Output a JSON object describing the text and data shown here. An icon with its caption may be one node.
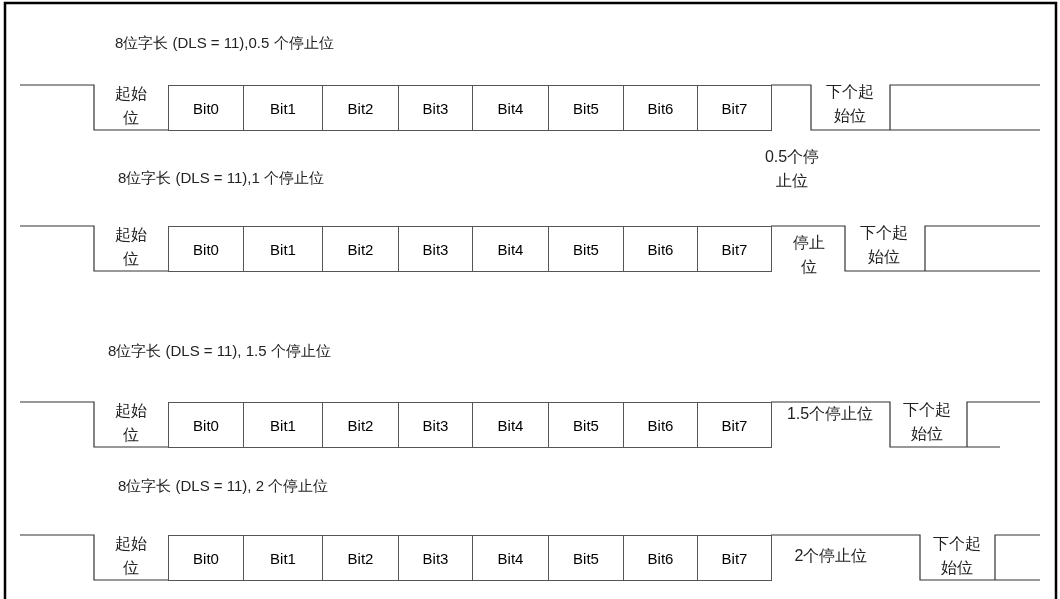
{
  "diagram": {
    "nodes": [
      {
        "text": [
          "Bit0"
        ]
      },
      {
        "text": [
          "Bit1"
        ]
      },
      {
        "text": [
          "Bit2"
        ]
      },
      {
        "text": [
          "Bit3"
        ]
      },
      {
        "text": [
          "Bit4"
        ]
      },
      {
        "text": [
          "Bit5"
        ]
      },
      {
        "text": [
          "Bit6"
        ]
      },
      {
        "text": [
          "Bit7"
        ]
      },
      {
        "text": [
          "Bit0"
        ]
      },
      {
        "text": [
          "Bit1"
        ]
      },
      {
        "text": [
          "Bit2"
        ]
      },
      {
        "text": [
          "Bit3"
        ]
      },
      {
        "text": [
          "Bit4"
        ]
      },
      {
        "text": [
          "Bit5"
        ]
      },
      {
        "text": [
          "Bit6"
        ]
      },
      {
        "text": [
          "Bit7"
        ]
      },
      {
        "text": [
          "Bit0"
        ]
      },
      {
        "text": [
          "Bit1"
        ]
      },
      {
        "text": [
          "Bit2"
        ]
      },
      {
        "text": [
          "Bit3"
        ]
      },
      {
        "text": [
          "Bit4"
        ]
      },
      {
        "text": [
          "Bit5"
        ]
      },
      {
        "text": [
          "Bit6"
        ]
      },
      {
        "text": [
          "Bit7"
        ]
      },
      {
        "text": [
          "Bit0"
        ]
      },
      {
        "text": [
          "Bit1"
        ]
      },
      {
        "text": [
          "Bit2"
        ]
      },
      {
        "text": [
          "Bit3"
        ]
      },
      {
        "text": [
          "Bit4"
        ]
      },
      {
        "text": [
          "Bit5"
        ]
      },
      {
        "text": [
          "Bit6"
        ]
      },
      {
        "text": [
          "Bit7"
        ]
      }
    ],
    "labels": [
      "8位字长 (DLS = 11),0.5 个停止位",
      "起始位",
      "下个起始位",
      "0.5个停止位",
      "8位字长 (DLS = 11),1 个停止位",
      "起始位",
      "停止位",
      "下个起始位",
      "8位字长 (DLS = 11), 1.5 个停止位",
      "起始位",
      "1.5个停止位",
      "下个起始位",
      "8位字长 (DLS = 11), 2 个停止位",
      "起始位",
      "2个停止位",
      "下个起始位"
    ]
  }
}
